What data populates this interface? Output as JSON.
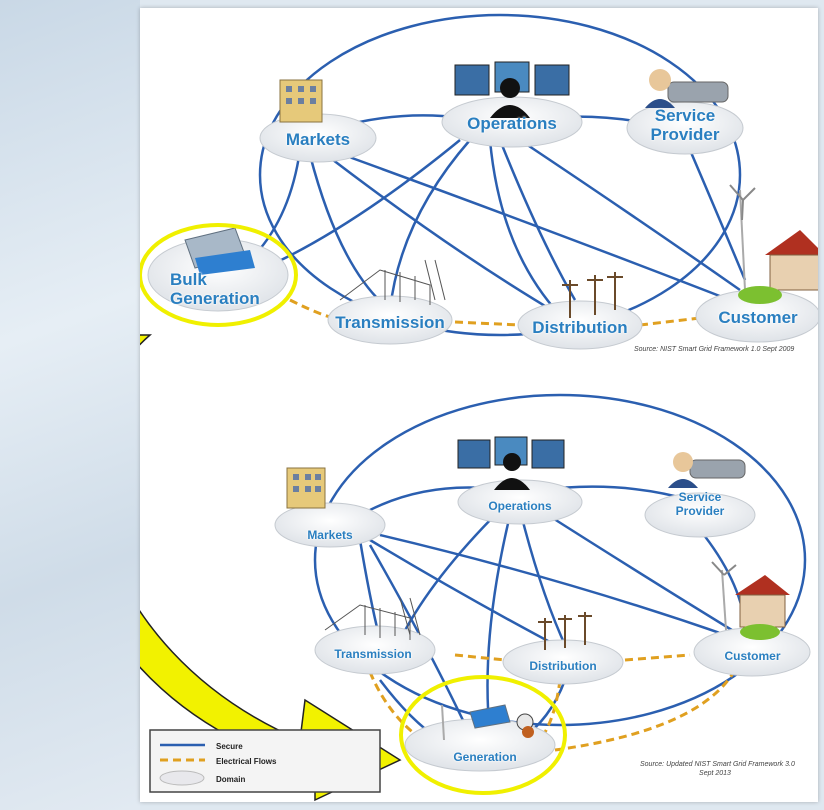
{
  "top": {
    "domains": {
      "markets": "Markets",
      "operations": "Operations",
      "service_provider_1": "Service",
      "service_provider_2": "Provider",
      "bulk_generation_1": "Bulk",
      "bulk_generation_2": "Generation",
      "transmission": "Transmission",
      "distribution": "Distribution",
      "customer": "Customer"
    },
    "source": "Source:  NIST Smart Grid Framework 1.0 Sept 2009"
  },
  "bottom": {
    "domains": {
      "markets": "Markets",
      "operations": "Operations",
      "service_provider_1": "Service",
      "service_provider_2": "Provider",
      "transmission": "Transmission",
      "distribution": "Distribution",
      "customer": "Customer",
      "generation": "Generation"
    },
    "source_1": "Source:  Updated NIST Smart Grid Framework 3.0",
    "source_2": "Sept 2013"
  },
  "legend": {
    "secure": "Secure",
    "electrical_flows": "Electrical Flows",
    "domain": "Domain"
  },
  "colors": {
    "secure_line": "#2b5fb0",
    "electrical_flow": "#e0a020",
    "highlight": "#f0f000",
    "label": "#2a7fc0"
  }
}
